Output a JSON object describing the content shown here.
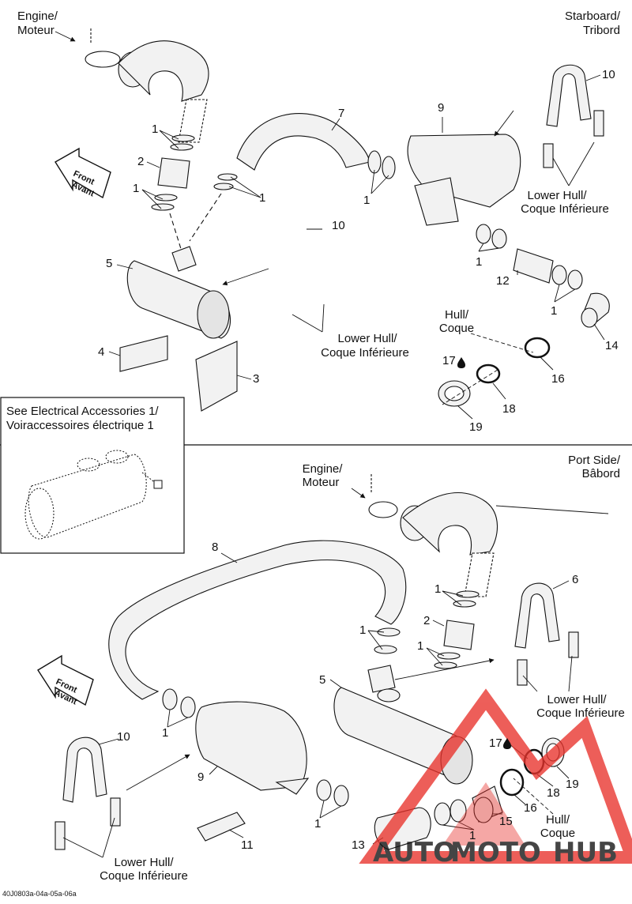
{
  "colors": {
    "line": "#111111",
    "part_fill": "#f2f2f2",
    "part_shade": "#c8c8c8",
    "watermark_red": "#e8322b",
    "watermark_orange": "#f6a316",
    "watermark_gray": "#6e6e6e"
  },
  "top_section": {
    "engine_label": [
      "Engine/",
      "Moteur"
    ],
    "side_label": [
      "Starboard/",
      "Tribord"
    ],
    "front_label": [
      "Front",
      "Avant"
    ],
    "lower_hull_a": [
      "Lower Hull/",
      "Coque Inférieure"
    ],
    "lower_hull_b": [
      "Lower Hull/",
      "Coque Inférieure"
    ],
    "hull_label": [
      "Hull/",
      "Coque"
    ],
    "callouts": {
      "c1a": "1",
      "c2": "2",
      "c1b": "1",
      "c1c": "1",
      "c5": "5",
      "c4": "4",
      "c3": "3",
      "c10a": "10",
      "c7": "7",
      "c9": "9",
      "c10b": "10",
      "c1d": "1",
      "c1e": "1",
      "c12": "12",
      "c1f": "1",
      "c14": "14",
      "c16": "16",
      "c17": "17",
      "c18": "18",
      "c19": "19"
    }
  },
  "inset": {
    "title": [
      "See Electrical Accessories 1/",
      "Voiraccessoires électrique 1"
    ]
  },
  "bottom_section": {
    "engine_label": [
      "Engine/",
      "Moteur"
    ],
    "side_label": [
      "Port Side/",
      "Bâbord"
    ],
    "front_label": [
      "Front",
      "Avant"
    ],
    "lower_hull_a": [
      "Lower Hull/",
      "Coque Inférieure"
    ],
    "lower_hull_b": [
      "Lower Hull/",
      "Coque Inférieure"
    ],
    "hull_label": [
      "Hull/",
      "Coque"
    ],
    "callouts": {
      "c8": "8",
      "c1a": "1",
      "c2": "2",
      "c1b": "1",
      "c1c": "1",
      "c5": "5",
      "c6": "6",
      "c1d": "1",
      "c10": "10",
      "c9": "9",
      "c1e": "1",
      "c11": "11",
      "c13": "13",
      "c1f": "1",
      "c15": "15",
      "c16": "16",
      "c17": "17",
      "c18": "18",
      "c19": "19"
    }
  },
  "watermark": {
    "part1": "AUTO",
    "part2": "MOTO",
    "part3": "HUB"
  },
  "footer_code": "40J0803a-04a-05a-06a"
}
